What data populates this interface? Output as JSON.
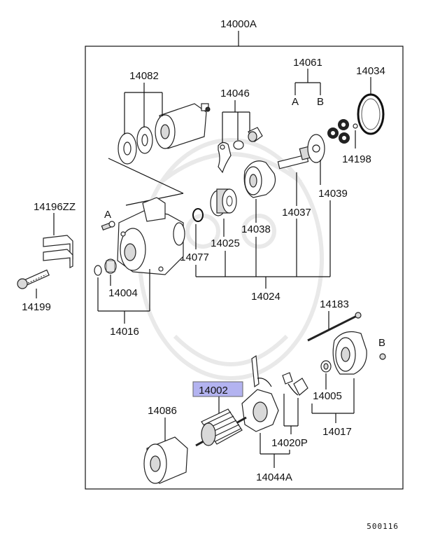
{
  "labels": {
    "assembly": "14000A",
    "solenoid_parts": "14082",
    "lever_parts": "14046",
    "variant_group": "14061",
    "variant_a": "A",
    "variant_b": "B",
    "ring": "14034",
    "ball": "14198",
    "planet_gear": "14039",
    "bracket_bolt": "14196ZZ",
    "bolt_group": "14199",
    "marker_a": "A",
    "marker_b": "B",
    "internal_gear": "14037",
    "clutch": "14038",
    "pinion": "14025",
    "washer": "14077",
    "drive_group": "14024",
    "bushing": "14004",
    "front_housing": "14016",
    "through_bolt": "14183",
    "armature": "14002",
    "yoke": "14086",
    "rear_bushing": "14005",
    "brush": "14020P",
    "rear_cover": "14017",
    "brush_holder": "14044A",
    "diagram_code": "500116"
  },
  "colors": {
    "highlight": "#b3b3f0",
    "line": "#111111"
  }
}
